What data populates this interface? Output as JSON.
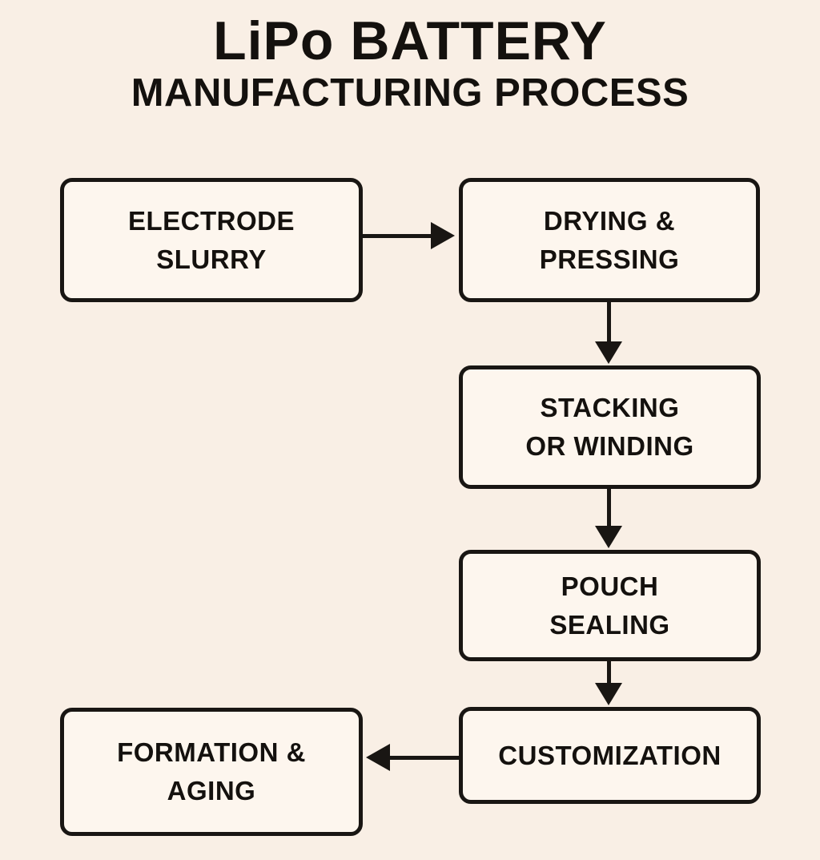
{
  "title": {
    "line1": "LiPo BATTERY",
    "line2": "MANUFACTURING PROCESS"
  },
  "colors": {
    "background": "#f9efe5",
    "box_fill": "#fdf6ee",
    "ink": "#191613"
  },
  "nodes": [
    {
      "id": "electrode-slurry",
      "label": "ELECTRODE\nSLURRY"
    },
    {
      "id": "drying-pressing",
      "label": "DRYING &\nPRESSING"
    },
    {
      "id": "stacking-winding",
      "label": "STACKING\nOR WINDING"
    },
    {
      "id": "pouch-sealing",
      "label": "POUCH\nSEALING"
    },
    {
      "id": "customization",
      "label": "CUSTOMIZATION"
    },
    {
      "id": "formation-aging",
      "label": "FORMATION &\nAGING"
    }
  ],
  "edges": [
    {
      "from": "electrode-slurry",
      "to": "drying-pressing",
      "direction": "right"
    },
    {
      "from": "drying-pressing",
      "to": "stacking-winding",
      "direction": "down"
    },
    {
      "from": "stacking-winding",
      "to": "pouch-sealing",
      "direction": "down"
    },
    {
      "from": "pouch-sealing",
      "to": "customization",
      "direction": "down"
    },
    {
      "from": "customization",
      "to": "formation-aging",
      "direction": "left"
    }
  ]
}
